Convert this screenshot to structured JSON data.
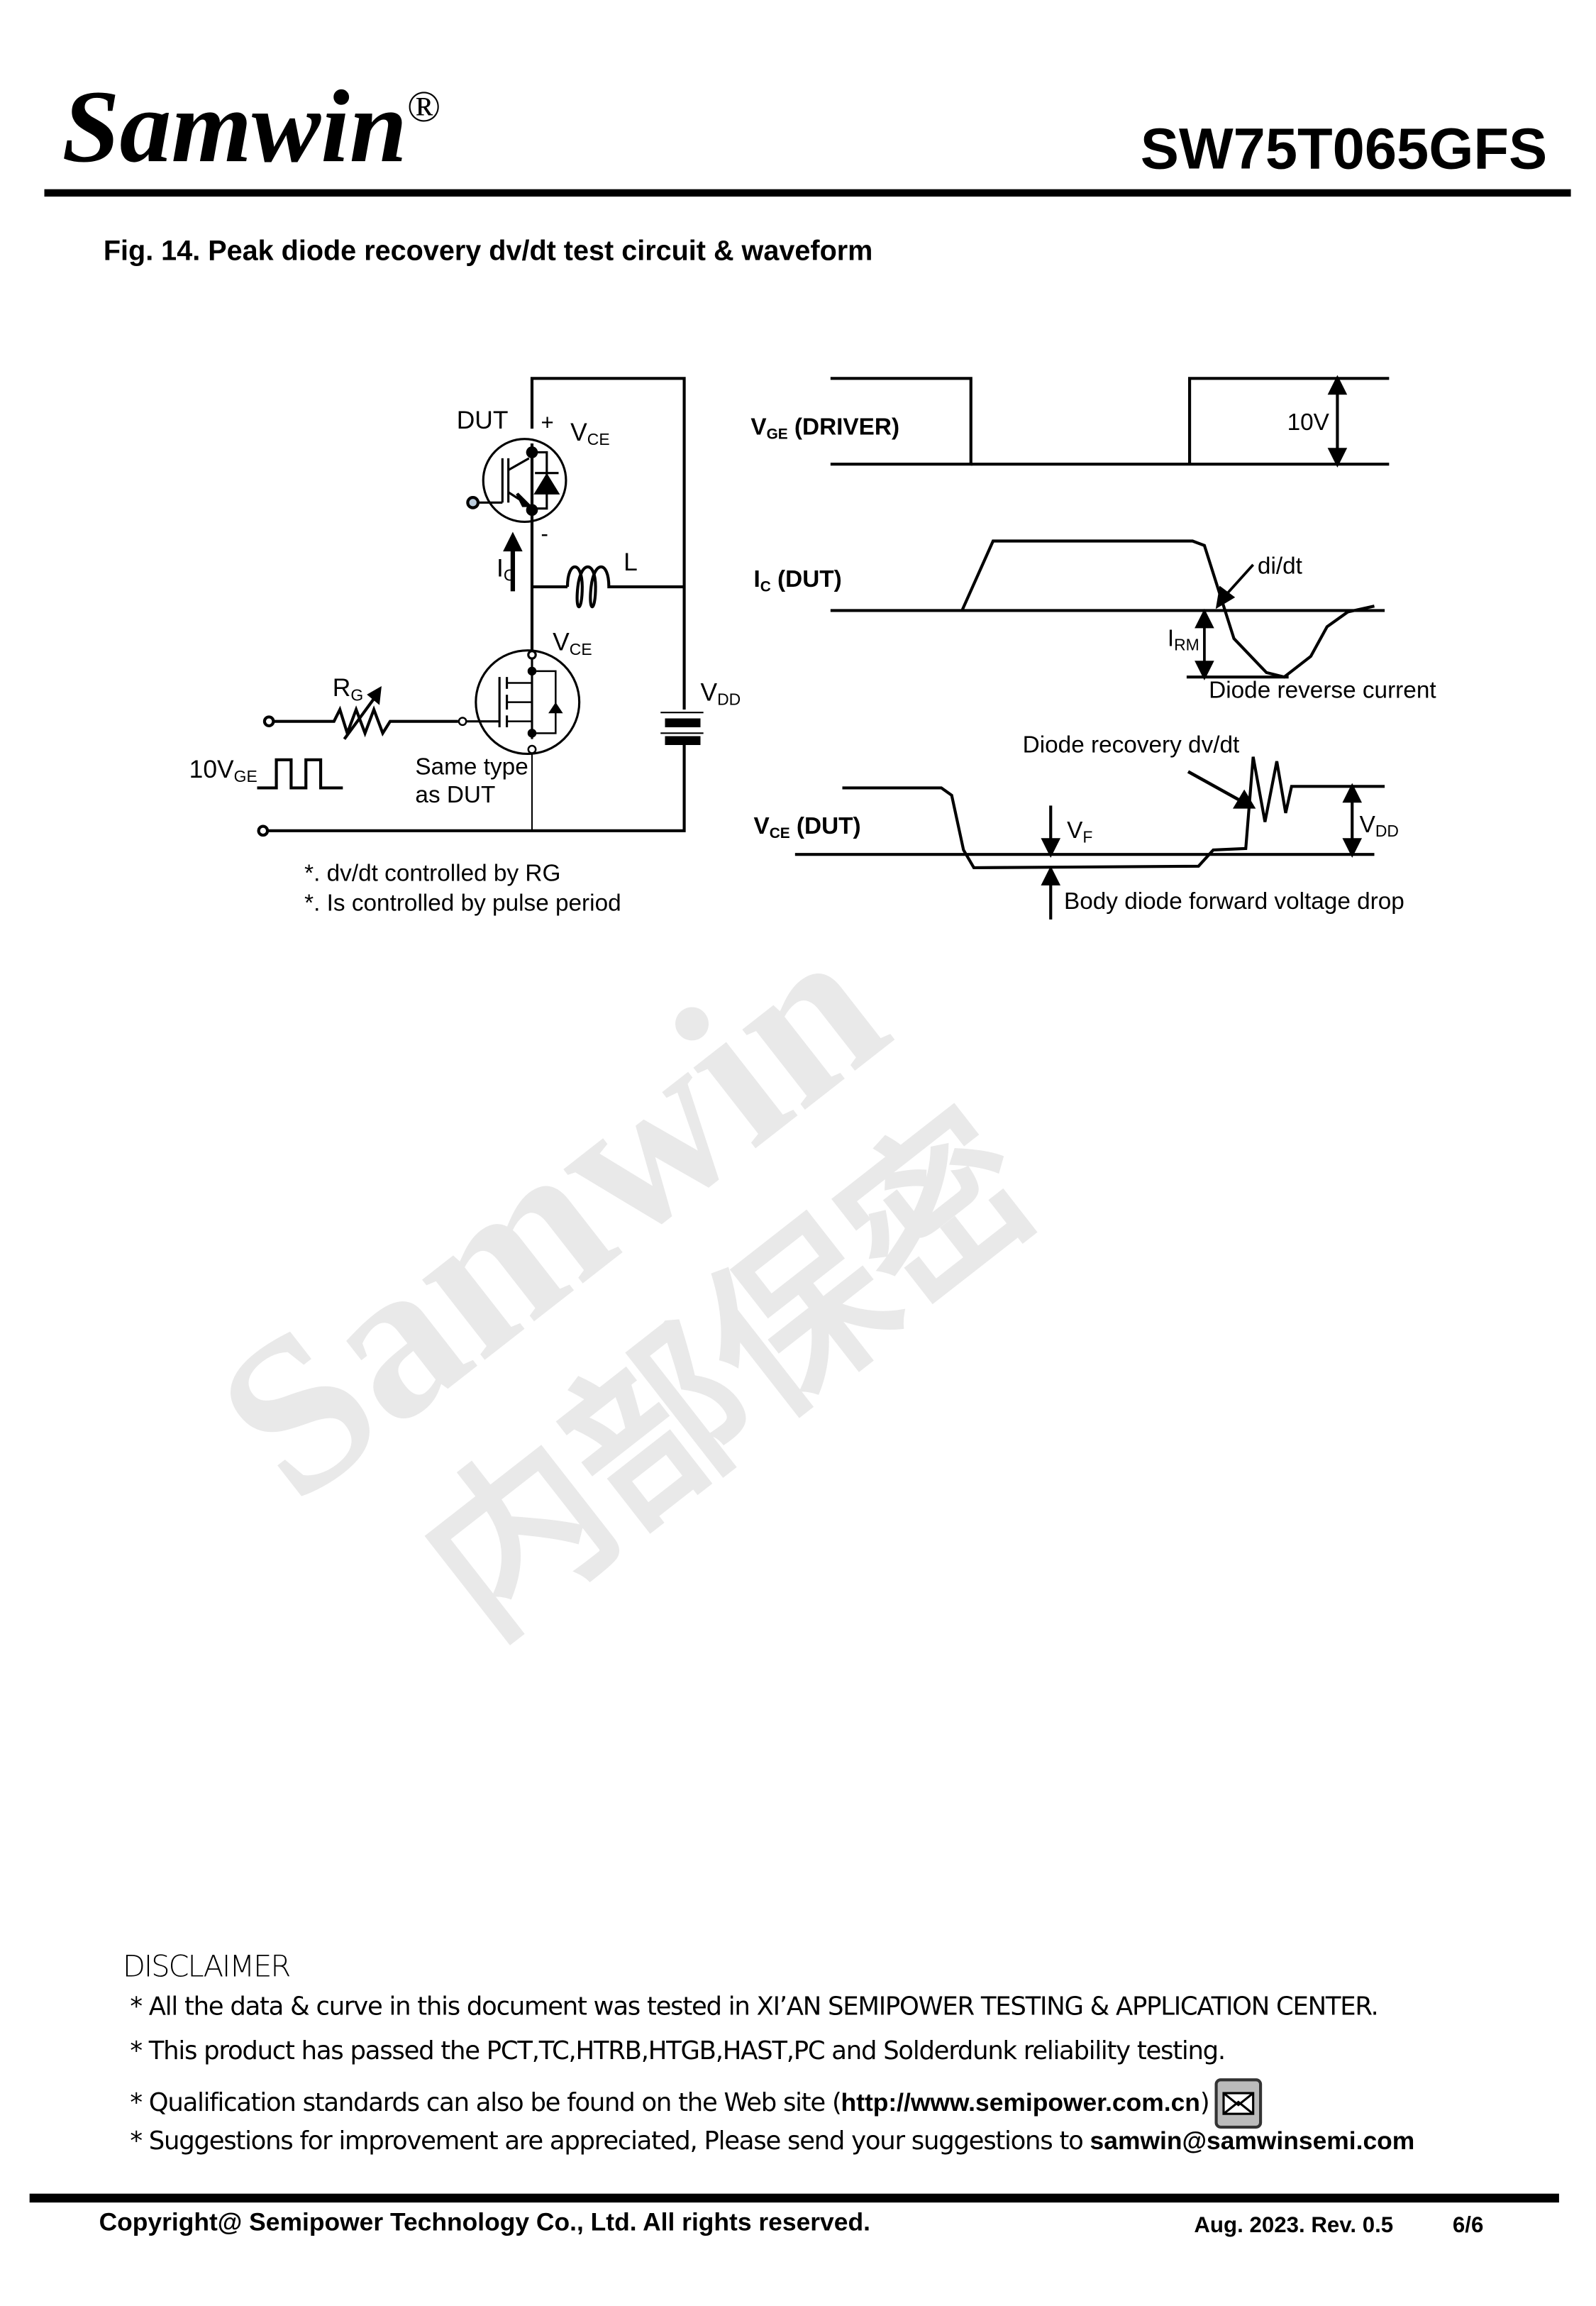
{
  "header": {
    "logo": "Samwin",
    "logo_mark": "®",
    "part_number": "SW75T065GFS"
  },
  "figure": {
    "title": "Fig. 14. Peak diode recovery dv/dt test circuit & waveform",
    "circuit": {
      "dut": "DUT",
      "plus": "+",
      "minus": "-",
      "vce": "V",
      "vce_sub": "CE",
      "ic": "I",
      "ic_sub": "C",
      "l": "L",
      "vdd": "V",
      "vdd_sub": "DD",
      "rg": "R",
      "rg_sub": "G",
      "input": "10V",
      "input_sub": "GE",
      "same_type": "Same type",
      "as_dut": "as DUT",
      "note1": "*. dv/dt controlled by RG",
      "note2": "*. Is controlled by pulse period"
    },
    "waveform": {
      "vge_label": "V",
      "vge_sub": "GE",
      "vge_suffix": " (DRIVER)",
      "vge_amp": "10V",
      "ic_label": "I",
      "ic_sub": "C",
      "ic_suffix": " (DUT)",
      "didt": "di/dt",
      "irm": "I",
      "irm_sub": "RM",
      "reverse_current": "Diode reverse current",
      "recovery_dvdt": "Diode recovery dv/dt",
      "vce_label": "V",
      "vce_sub": "CE",
      "vce_suffix": " (DUT)",
      "vf": "V",
      "vf_sub": "F",
      "vdd": "V",
      "vdd_sub": "DD",
      "body_diode": "Body diode forward voltage drop"
    }
  },
  "watermark": {
    "text1": "Samwin",
    "text2": "内部保密"
  },
  "disclaimer": {
    "title": "DISCLAIMER",
    "line1": "* All the data & curve in this document was tested in XI’AN SEMIPOWER TESTING & APPLICATION CENTER.",
    "line2": "* This product has passed the PCT,TC,HTRB,HTGB,HAST,PC and Solderdunk reliability testing.",
    "line3_pre": "* Qualification standards can also be found on the Web site (",
    "line3_url": "http://www.semipower.com.cn",
    "line3_post": ")",
    "line4_pre": "* Suggestions for improvement are appreciated, Please send your suggestions to ",
    "line4_email": "samwin@samwinsemi.com",
    "mail_icon": "envelope-icon"
  },
  "footer": {
    "copyright": "Copyright@ Semipower Technology Co., Ltd. All rights reserved.",
    "date_rev": "Aug. 2023. Rev. 0.5",
    "page": "6/6"
  }
}
